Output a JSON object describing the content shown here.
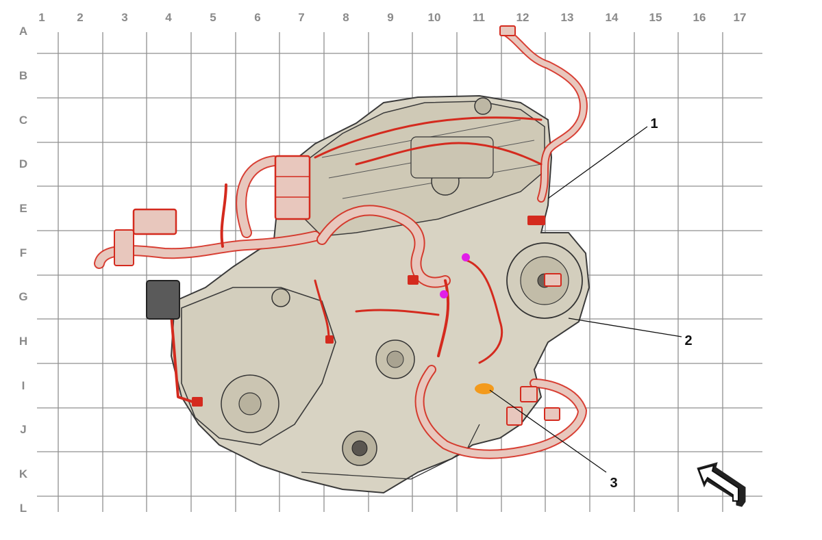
{
  "grid": {
    "columns": [
      "1",
      "2",
      "3",
      "4",
      "5",
      "6",
      "7",
      "8",
      "9",
      "10",
      "11",
      "12",
      "13",
      "14",
      "15",
      "16",
      "17"
    ],
    "rows": [
      "A",
      "B",
      "C",
      "D",
      "E",
      "F",
      "G",
      "H",
      "I",
      "J",
      "K",
      "L"
    ]
  },
  "callouts": [
    {
      "label": "1"
    },
    {
      "label": "2"
    },
    {
      "label": "3"
    }
  ],
  "colors": {
    "grid_line": "#8f8f8f",
    "header_text": "#8a8a8a",
    "engine_fill": "#d8d3c3",
    "engine_outline": "#3a3a3a",
    "harness_fill": "#e8c7bd",
    "harness_stroke": "#d42a1e",
    "marker_magenta": "#e11ee8",
    "marker_orange": "#f39a1c"
  },
  "icons": {
    "orientation_arrow": "arrow-up-left-icon"
  }
}
